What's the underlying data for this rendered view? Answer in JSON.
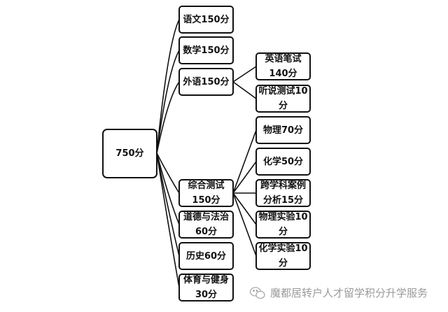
{
  "root": {
    "label": "750分"
  },
  "subjects": [
    {
      "label": "语文150分"
    },
    {
      "label": "数学150分"
    },
    {
      "label": "外语150分"
    },
    {
      "label": "综合测试150分"
    },
    {
      "label": "道德与法治60分"
    },
    {
      "label": "历史60分"
    },
    {
      "label": "体育与健身30分"
    }
  ],
  "foreign_language_parts": [
    {
      "label": "英语笔试140分"
    },
    {
      "label": "听说测试10分"
    }
  ],
  "comprehensive_parts": [
    {
      "label": "物理70分"
    },
    {
      "label": "化学50分"
    },
    {
      "label": "跨学科案例分析15分"
    },
    {
      "label": "物理实验10分"
    },
    {
      "label": "化学实验10分"
    }
  ],
  "watermark": {
    "text": "魔都居转户人才留学积分升学服务",
    "icon": "wechat-icon"
  }
}
